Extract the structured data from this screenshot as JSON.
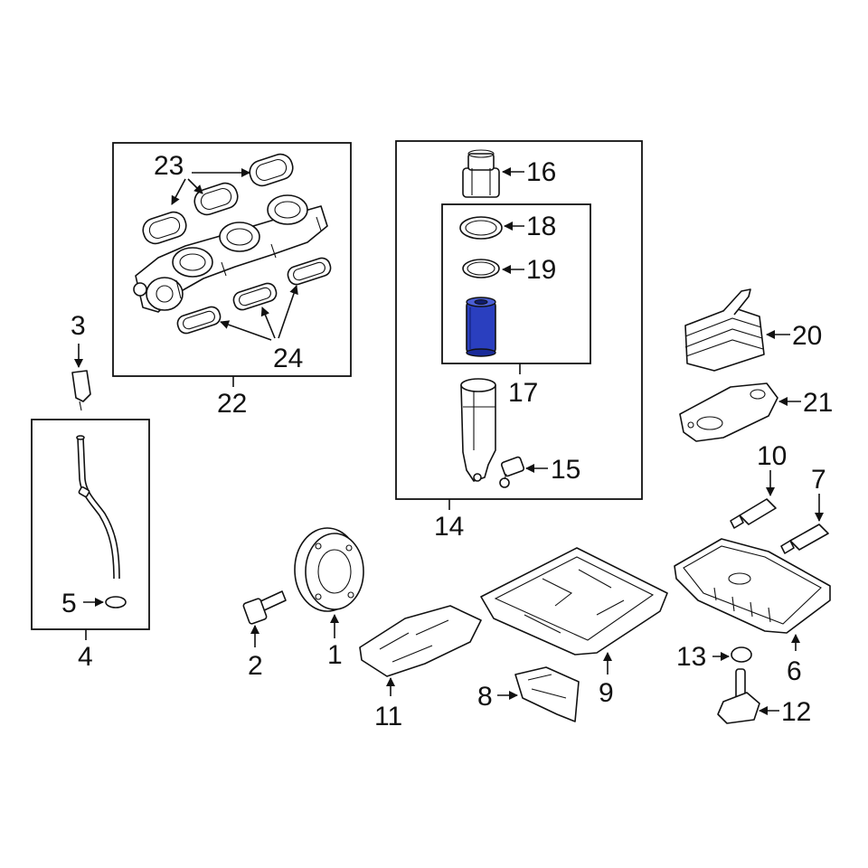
{
  "labels": {
    "l1": "1",
    "l2": "2",
    "l3": "3",
    "l4": "4",
    "l5": "5",
    "l6": "6",
    "l7": "7",
    "l8": "8",
    "l9": "9",
    "l10": "10",
    "l11": "11",
    "l12": "12",
    "l13": "13",
    "l14": "14",
    "l15": "15",
    "l16": "16",
    "l17": "17",
    "l18": "18",
    "l19": "19",
    "l20": "20",
    "l21": "21",
    "l22": "22",
    "l23": "23",
    "l24": "24"
  },
  "colors": {
    "line": "#111111",
    "highlight": "#2a3fbf",
    "background": "#ffffff"
  }
}
